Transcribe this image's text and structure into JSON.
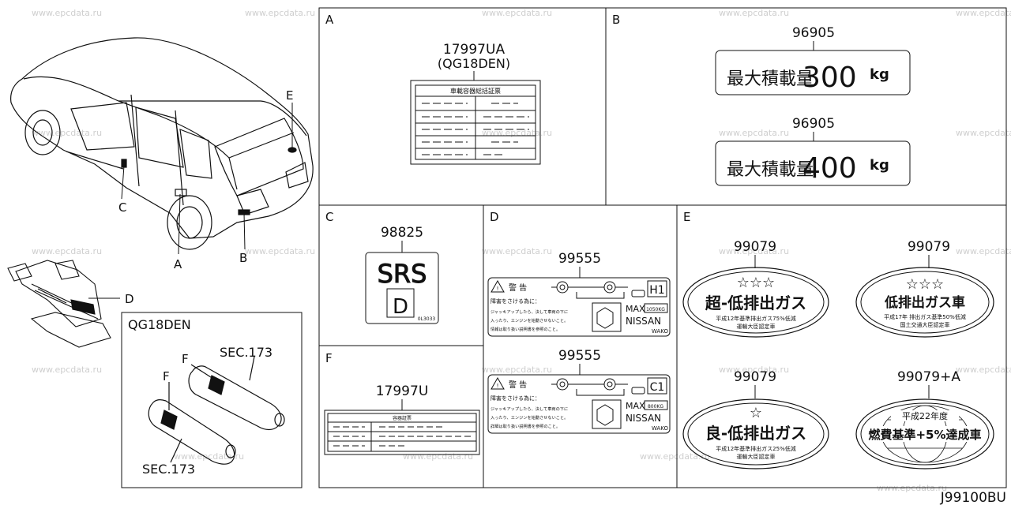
{
  "drawing_code": "J99100BU",
  "watermark": "www.epcdata.ru",
  "callouts": [
    "A",
    "B",
    "C",
    "D",
    "E"
  ],
  "inset": {
    "engine": "QG18DEN",
    "labels": [
      "F",
      "F"
    ],
    "sections": [
      "SEC.173",
      "SEC.173"
    ]
  },
  "panels": {
    "A": {
      "letter": "A",
      "part": "17997UA",
      "engine": "(QG18DEN)",
      "label_title": "車載容器総括証票"
    },
    "B": {
      "letter": "B",
      "labels": [
        {
          "part": "96905",
          "kanji": "最大積載量",
          "value": "300",
          "unit": "kg"
        },
        {
          "part": "96905",
          "kanji": "最大積載量",
          "value": "400",
          "unit": "kg"
        }
      ]
    },
    "C": {
      "letter": "C",
      "part": "98825",
      "srs": "SRS",
      "d": "D",
      "code": "0L3033"
    },
    "D": {
      "letter": "D",
      "labels": [
        {
          "part": "99555",
          "warn": "警 告",
          "sub": "障害をさける為に：",
          "badge": "H1",
          "max": "MAX",
          "kg": "1050KG",
          "brand": "NISSAN",
          "maker": "WAKO",
          "l1": "ジャッキアップしたら、決して車両の下に",
          "l2": "入ったり、エンジンを始動させないこと。",
          "l3": "情報は取り扱い説明書を参照のこと。"
        },
        {
          "part": "99555",
          "warn": "警 告",
          "sub": "障害をさける為に：",
          "badge": "C1",
          "max": "MAX",
          "kg": "800KG",
          "brand": "NISSAN",
          "maker": "WAKO",
          "l1": "ジャッキアップしたら、決して車両の下に",
          "l2": "入ったり、エンジンを始動させないこと。",
          "l3": "詳細は取り扱い説明書を参照のこと。"
        }
      ]
    },
    "E": {
      "letter": "E",
      "labels": [
        {
          "part": "99079",
          "stars": "☆☆☆",
          "main": "超-低排出ガス",
          "l1": "平成12年基準排出ガス75%低減",
          "l2": "運輸大臣認定車"
        },
        {
          "part": "99079",
          "stars": "☆☆☆",
          "main": "低排出ガス車",
          "l1": "平成17年 排出ガス基準50%低減",
          "l2": "国土交通大臣認定車"
        },
        {
          "part": "99079",
          "stars": "☆",
          "main": "良-低排出ガス",
          "l1": "平成12年基準排出ガス25%低減",
          "l2": "運輸大臣認定車"
        },
        {
          "part": "99079+A",
          "top": "平成22年度",
          "main": "燃費基準+5%達成車"
        }
      ]
    },
    "F": {
      "letter": "F",
      "part": "17997U",
      "label_title": "容器証票"
    }
  }
}
